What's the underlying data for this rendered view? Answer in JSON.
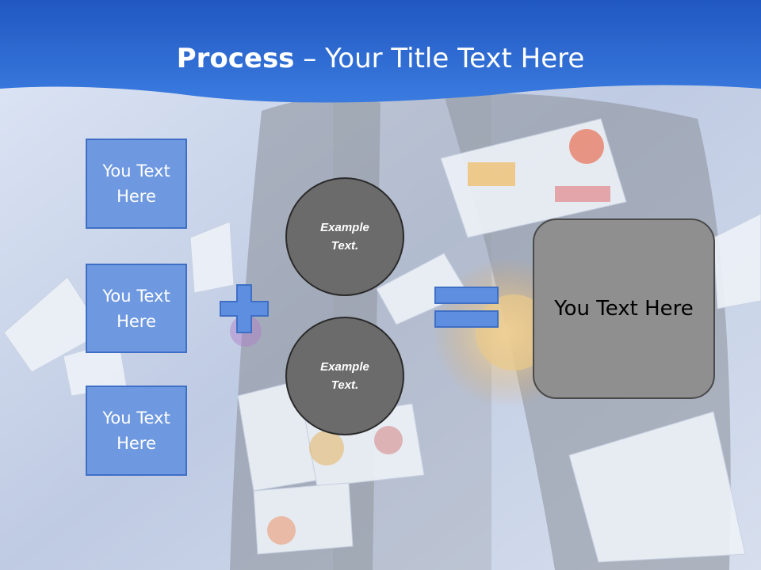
{
  "slide": {
    "title_bold": "Process",
    "title_rest": " – Your Title Text Here"
  },
  "boxes": [
    {
      "label": "You Text\nHere"
    },
    {
      "label": "You Text\nHere"
    },
    {
      "label": "You Text\nHere"
    }
  ],
  "circles": [
    {
      "label": "Example\nText."
    },
    {
      "label": "Example\nText."
    }
  ],
  "result": {
    "label": "You Text Here"
  },
  "icons": {
    "plus": "plus-icon",
    "equals": "equals-icon"
  },
  "colors": {
    "banner": "#2a63c4",
    "box_fill": "#6e98e0",
    "box_border": "#3f6fc4",
    "circle_fill": "#6b6b6b",
    "result_fill": "#8f8f8f"
  }
}
